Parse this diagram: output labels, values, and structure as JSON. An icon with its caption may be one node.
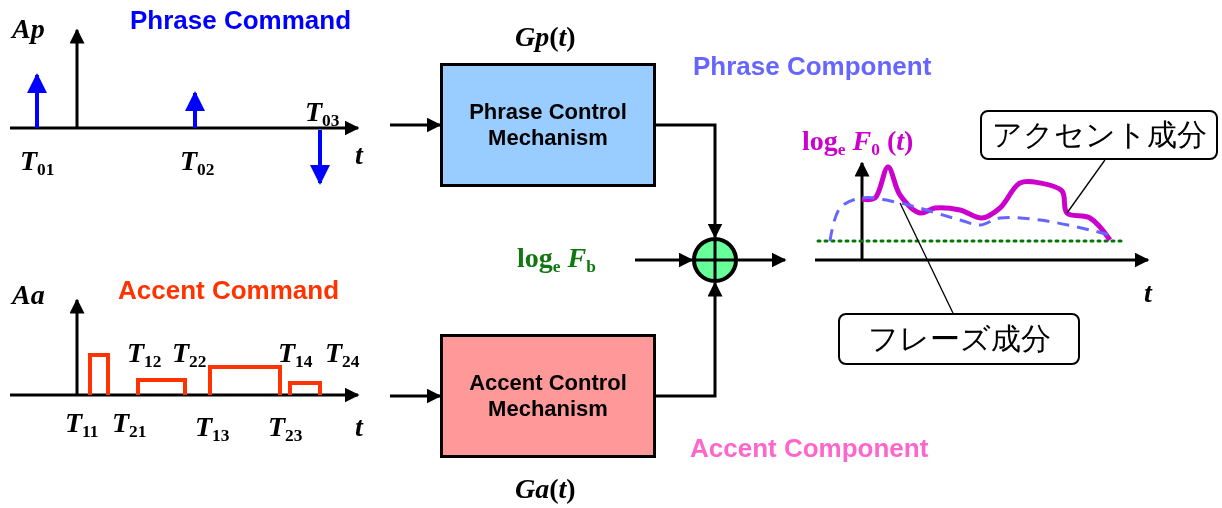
{
  "diagram": {
    "nodes": [
      {
        "text": [
          "Phrase Control Mechanism"
        ],
        "beside": [
          "*Gp*(*t*)"
        ]
      },
      {
        "text": [
          "Accent Control Mechanism"
        ],
        "beside": [
          "*Ga*(*t*)"
        ]
      },
      {
        "text": [],
        "shape": "circle"
      },
      {
        "text": [
          "log$_{e}$ *F*$_{b}$"
        ]
      },
      {
        "text": [],
        "shape": "curve"
      },
      {
        "text": [
          "アクセント成分"
        ]
      },
      {
        "text": [],
        "shape": "curve"
      },
      {
        "text": [
          "フレーズ成分"
        ]
      }
    ],
    "edges": [
      {
        "from": null,
        "to": 0,
        "arrow": "to"
      },
      {
        "from": null,
        "to": 1,
        "arrow": "to"
      },
      {
        "from": 0,
        "to": 2,
        "arrow": "to"
      },
      {
        "from": 1,
        "to": 2,
        "arrow": "to"
      },
      {
        "from": 3,
        "to": 2,
        "arrow": "to"
      },
      {
        "from": 2,
        "to": null,
        "arrow": "to"
      },
      {
        "from": 5,
        "to": 4,
        "arrow": "none"
      },
      {
        "from": 7,
        "to": 6,
        "arrow": "none"
      }
    ],
    "labels": [
      "Ap",
      "Phrase Command",
      "Phrase Component",
      "*T*$_{03}$",
      "log$_{e}$ *F*$_{0}$ (*t*)",
      "*T*$_{01}$",
      "*T*$_{02}$",
      "t",
      "Aa",
      "Accent Command",
      "t",
      "*T*$_{12}$",
      "*T*$_{22}$",
      "*T*$_{14}$",
      "*T*$_{24}$",
      "*T*$_{11}$",
      "*T*$_{21}$",
      "*T*$_{13}$",
      "*T*$_{23}$",
      "t",
      "Accent Component"
    ]
  }
}
